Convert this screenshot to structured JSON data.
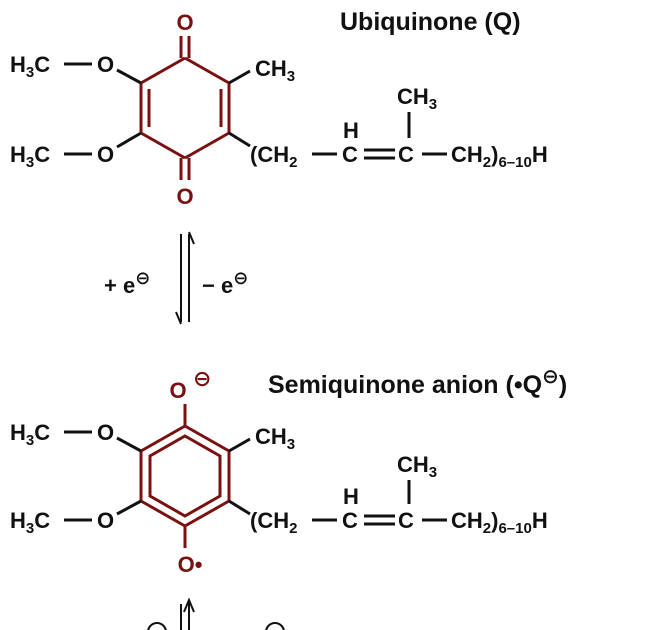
{
  "ubiquinone": {
    "title": "Ubiquinone (Q)",
    "o_top": "O",
    "o_bottom": "O",
    "substituents": {
      "methyl_group": "CH",
      "methyl_sub": "3",
      "methoxy_upper_h": "H",
      "methoxy_upper_sub": "3",
      "methoxy_upper_c": "C",
      "methoxy_upper_o": "O",
      "methoxy_lower_h": "H",
      "methoxy_lower_sub": "3",
      "methoxy_lower_c": "C",
      "methoxy_lower_o": "O"
    },
    "chain": {
      "open": "(CH",
      "sub2": "2",
      "c1": "C",
      "h_on_c1": "H",
      "c2": "C",
      "branch_ch": "CH",
      "branch_sub": "3",
      "tail": "CH",
      "tail_sub": "2",
      "close": ")",
      "repeat": "6–10",
      "end": "H"
    }
  },
  "equilibrium": {
    "gain": "+ e",
    "loss": "− e",
    "charge": "⊖"
  },
  "semiquinone": {
    "title": "Semiquinone anion (•Q",
    "title_close": ")",
    "o_top": "O",
    "o_top_charge": "⊖",
    "o_bottom": "O•",
    "substituents": {
      "methyl_group": "CH",
      "methyl_sub": "3",
      "methoxy_upper_h": "H",
      "methoxy_upper_sub": "3",
      "methoxy_upper_c": "C",
      "methoxy_upper_o": "O",
      "methoxy_lower_h": "H",
      "methoxy_lower_sub": "3",
      "methoxy_lower_c": "C",
      "methoxy_lower_o": "O"
    },
    "chain": {
      "open": "(CH",
      "sub2": "2",
      "c1": "C",
      "h_on_c1": "H",
      "c2": "C",
      "branch_ch": "CH",
      "branch_sub": "3",
      "tail": "CH",
      "tail_sub": "2",
      "close": ")",
      "repeat": "6–10",
      "end": "H"
    }
  },
  "colors": {
    "ring": "#7a1010",
    "text": "#111111"
  }
}
